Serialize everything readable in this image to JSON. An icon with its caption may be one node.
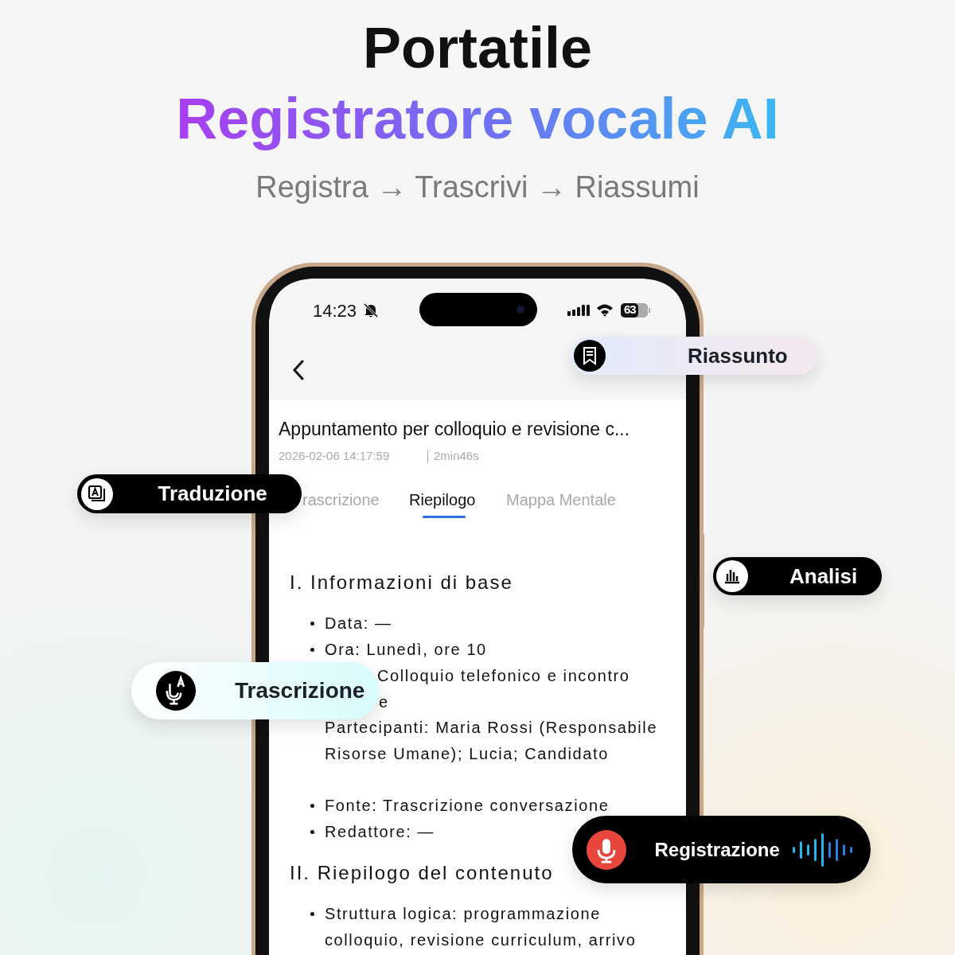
{
  "diagram": {
    "title": "Portatile",
    "nodes": [
      {
        "text": [
          "Riassunto"
        ]
      },
      {
        "text": [
          "Traduzione"
        ]
      },
      {
        "text": [
          "Analisi"
        ]
      },
      {
        "text": [
          "Trascrizione"
        ]
      },
      {
        "text": [
          "Registrazione"
        ]
      }
    ],
    "labels": [
      "Registratore vocale AI",
      "Registra → Trascrivi → Riassumi",
      "14:23",
      "63",
      "Appuntamento per colloquio e revisione c...",
      "2026-02-06 14:17:59",
      "2min46s",
      "rascrizione",
      "Riepilogo",
      "Mappa Mentale",
      "I. Informazioni di base",
      "Data: —",
      "Ora: Lunedì, ore 10",
      "Colloquio telefonico e incontro",
      "e",
      "Partecipanti: Maria Rossi (Responsabile Risorse Umane); Lucia; Candidato",
      "Fonte: Trascrizione conversazione",
      "Redattore: —",
      "II. Riepilogo del contenuto",
      "Struttura logica: programmazione colloquio, revisione curriculum, arrivo"
    ]
  }
}
